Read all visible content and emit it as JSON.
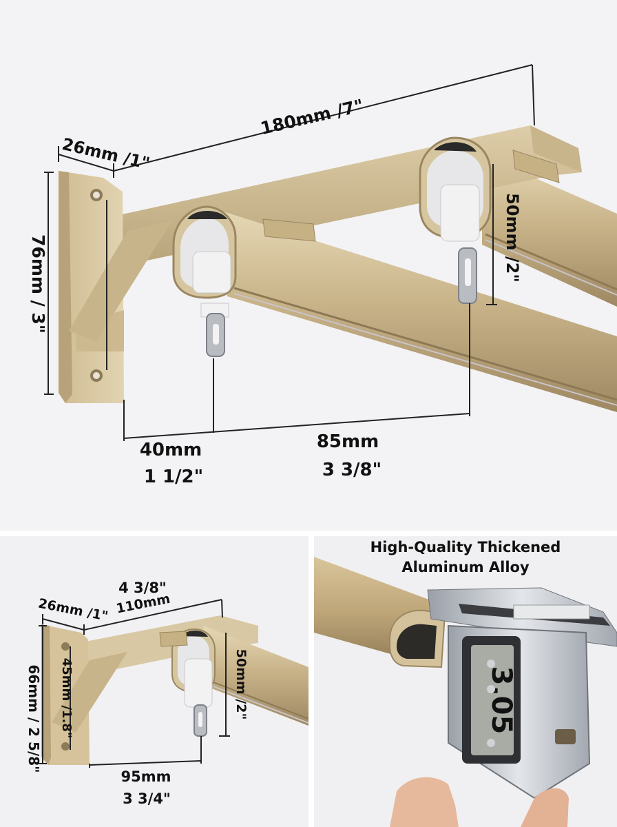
{
  "top_panel": {
    "dim_width": "180mm /7\"",
    "dim_depth": "26mm /1\"",
    "dim_height": "76mm / 3\"",
    "dim_track": "50mm /2\"",
    "dim_front_mm": "40mm",
    "dim_front_in": "1 1/2\"",
    "dim_spacing_mm": "85mm",
    "dim_spacing_in": "3 3/8\""
  },
  "bottom_left_panel": {
    "dim_width_in": "4 3/8\"",
    "dim_width_mm": "110mm",
    "dim_depth": "26mm /1\"",
    "dim_height": "66mm / 2 5/8\"",
    "dim_inner": "45mm /1.8\"",
    "dim_track": "50mm /2\"",
    "dim_front_mm": "95mm",
    "dim_front_in": "3 3/4\""
  },
  "bottom_right_panel": {
    "caption_line1": "High-Quality Thickened",
    "caption_line2": "Aluminum Alloy",
    "caliper_reading": "3.05"
  },
  "colors": {
    "gold_light": "#d9c9a3",
    "gold_mid": "#c2ad82",
    "gold_dark": "#9c8660",
    "steel": "#b8bcc2",
    "plastic": "#eeeeee",
    "lcd": "#a9aca4"
  }
}
